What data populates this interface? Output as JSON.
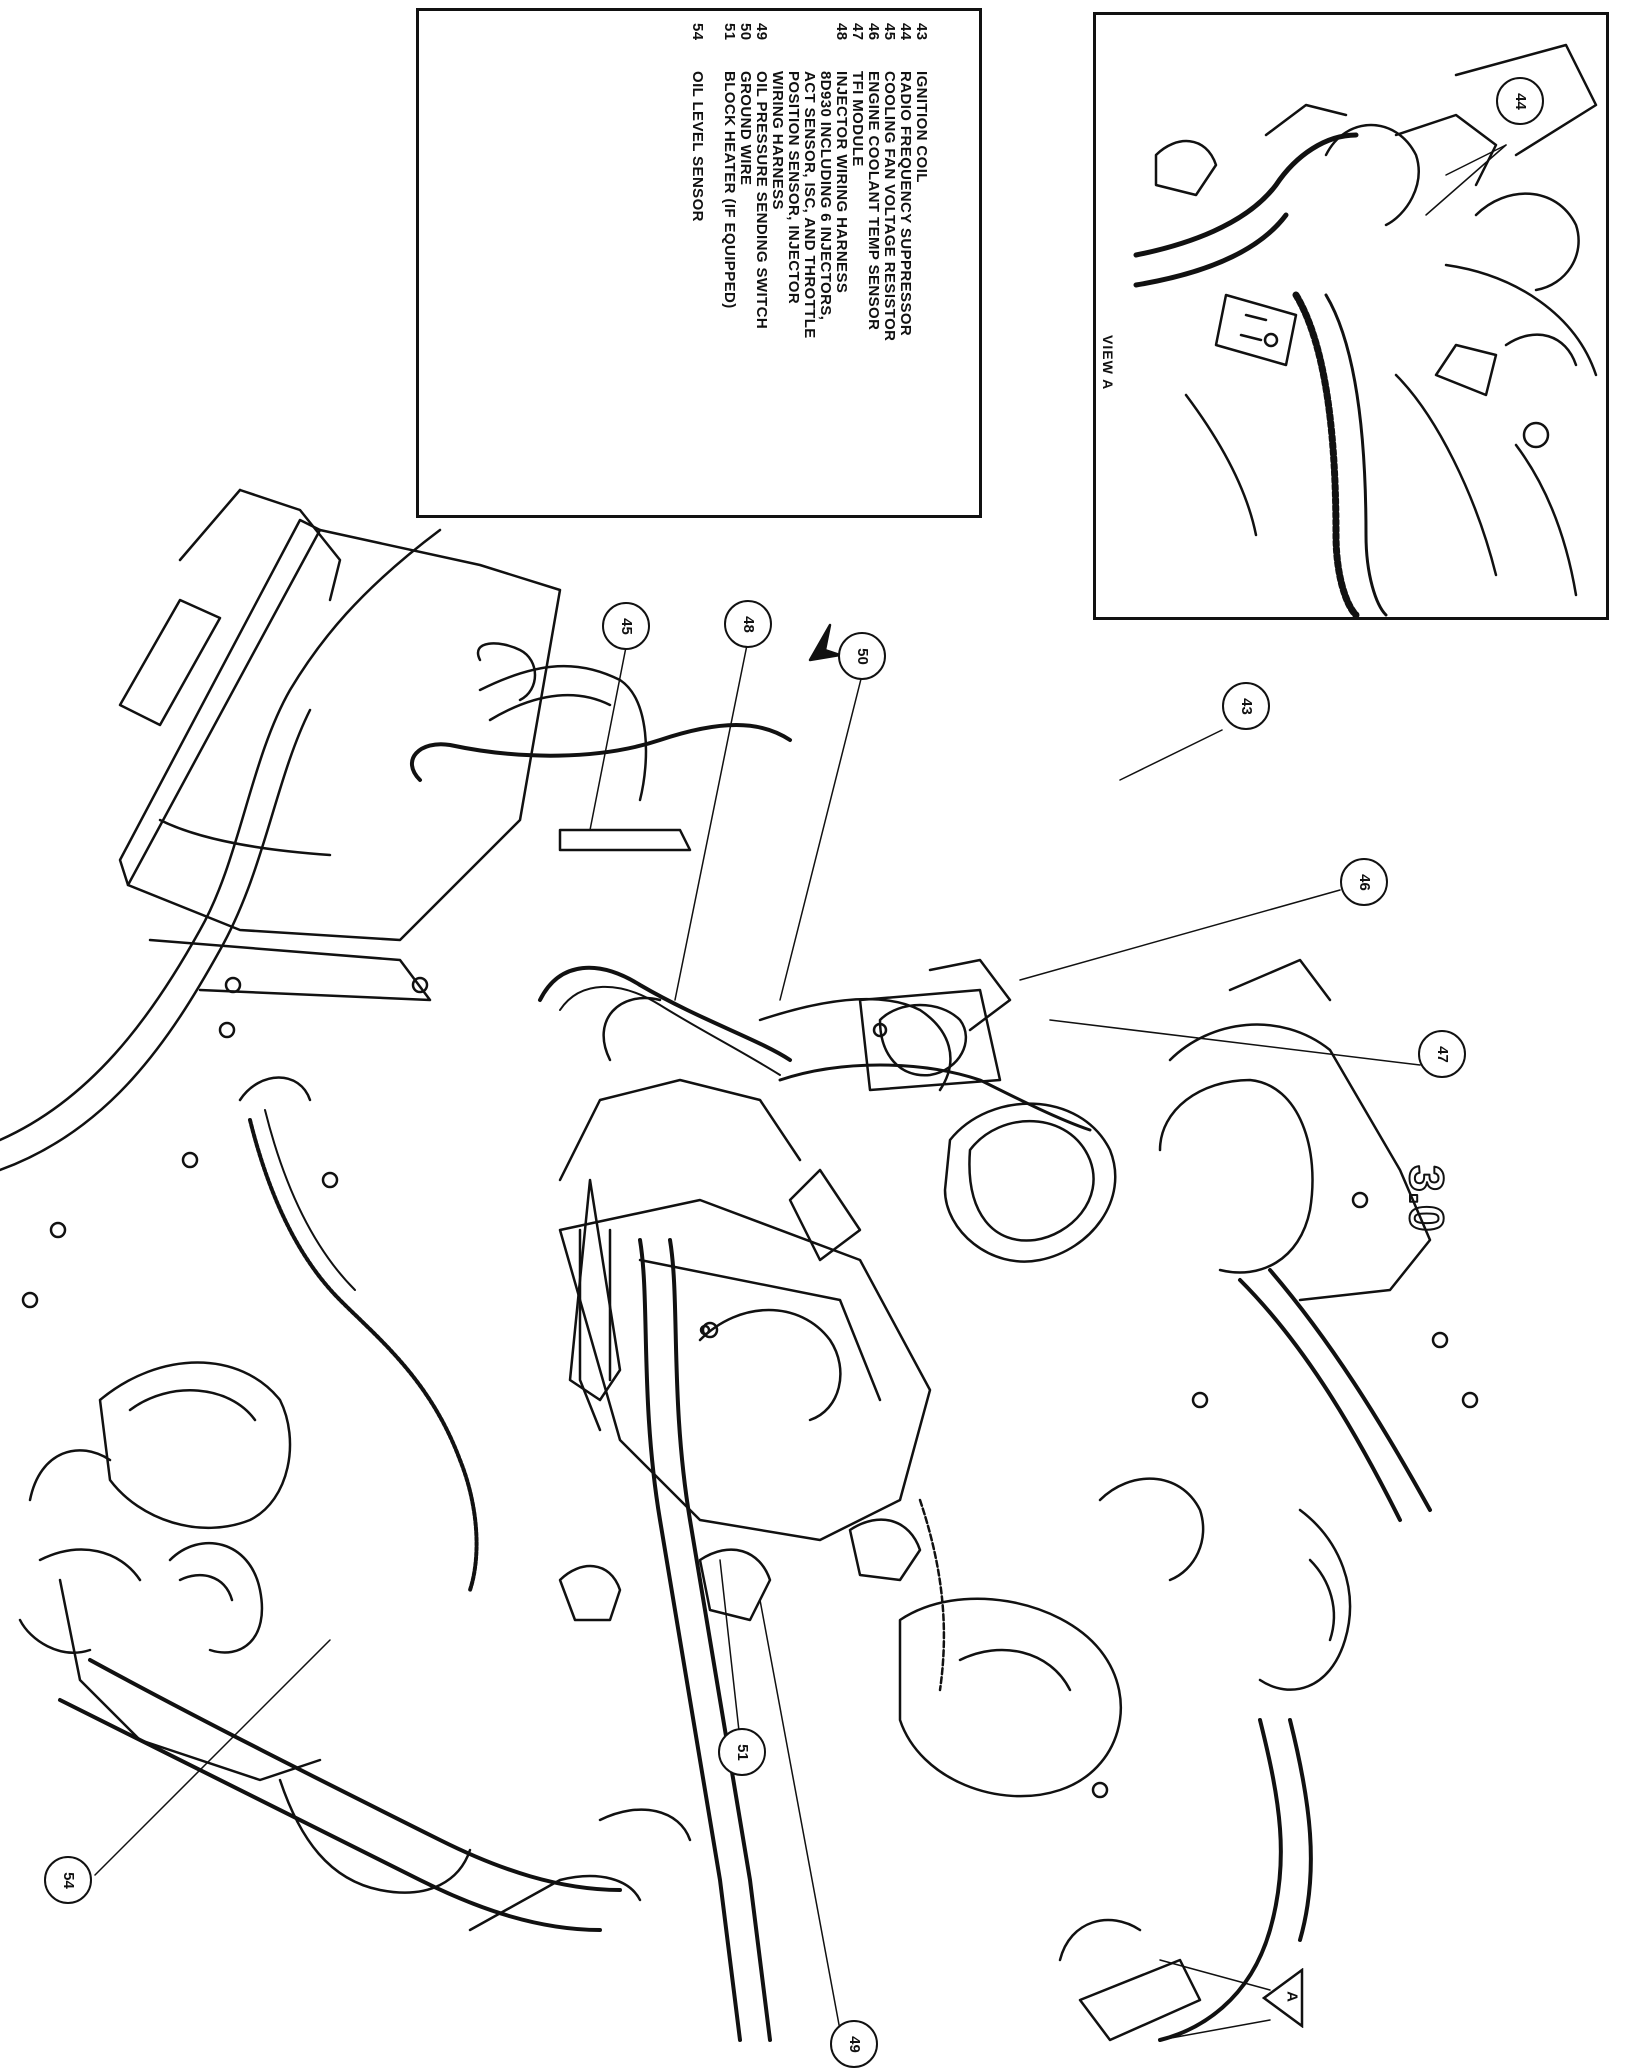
{
  "legend": {
    "items": [
      {
        "num": "43",
        "text": "IGNITION COIL"
      },
      {
        "num": "44",
        "text": "RADIO FREQUENCY SUPPRESSOR"
      },
      {
        "num": "45",
        "text": "COOLING FAN VOLTAGE RESISTOR"
      },
      {
        "num": "46",
        "text": "ENGINE COOLANT TEMP SENSOR"
      },
      {
        "num": "47",
        "text": "TFI MODULE"
      },
      {
        "num": "48",
        "text": "INJECTOR WIRING HARNESS"
      },
      {
        "num": "",
        "text": "8D930 INCLUDING 6 INJECTORS,"
      },
      {
        "num": "",
        "text": "ACT SENSOR, ISC, AND THROTTLE"
      },
      {
        "num": "",
        "text": "POSITION SENSOR, INJECTOR"
      },
      {
        "num": "",
        "text": "WIRING HARNESS"
      },
      {
        "num": "49",
        "text": "OIL PRESSURE SENDING SWITCH"
      },
      {
        "num": "50",
        "text": "GROUND WIRE"
      },
      {
        "num": "51",
        "text": "BLOCK HEATER (IF EQUIPPED)"
      },
      {
        "num": "54",
        "text": "OIL LEVEL SENSOR"
      }
    ]
  },
  "inset": {
    "label": "VIEW A",
    "callout": "44"
  },
  "callouts": {
    "c43": "43",
    "c45": "45",
    "c46": "46",
    "c47": "47",
    "c48": "48",
    "c50": "50",
    "c51": "51",
    "c54": "54",
    "c49": "49"
  },
  "engine_mark": "3.0",
  "view_marker": "A"
}
